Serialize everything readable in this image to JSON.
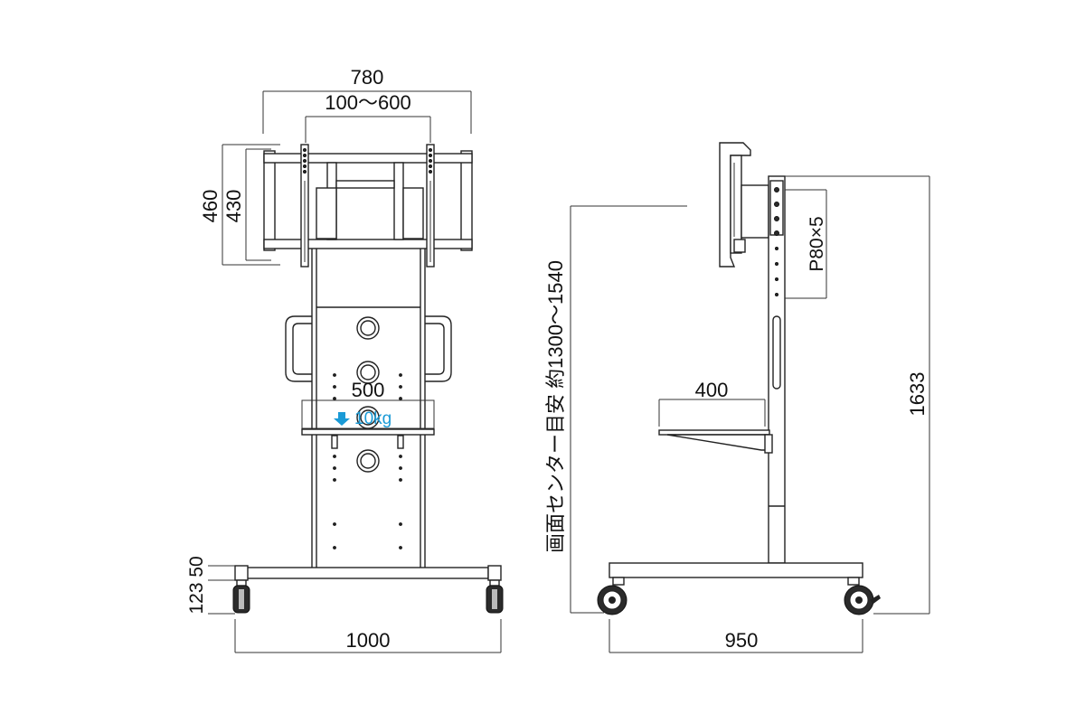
{
  "front_view": {
    "width_overall": "780",
    "vesa_range": "100〜600",
    "height_outer": "460",
    "height_inner": "430",
    "shelf_width": "500",
    "shelf_load": "10kg",
    "base_offset": "50",
    "caster_height": "123",
    "base_width": "1000"
  },
  "side_view": {
    "screen_center": "画面センター目安 約1300〜1540",
    "pitch": "P80×5",
    "shelf_depth": "400",
    "total_height": "1633",
    "base_depth": "950"
  },
  "colors": {
    "load_accent": "#1a9ad6",
    "line": "#222222"
  },
  "icons": {
    "load_arrow": "down-arrow-icon"
  }
}
